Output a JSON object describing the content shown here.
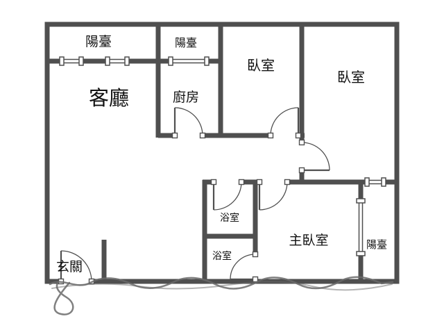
{
  "floorplan": {
    "colors": {
      "wall": "#4f4f4f",
      "background": "#ffffff",
      "label": "#111111"
    },
    "rooms": {
      "living_room": {
        "label": "客廳"
      },
      "kitchen": {
        "label": "廚房"
      },
      "bedroom_top": {
        "label": "臥室"
      },
      "bedroom_right": {
        "label": "臥室"
      },
      "master_bedroom": {
        "label": "主臥室"
      },
      "bathroom_upper": {
        "label": "浴室"
      },
      "bathroom_lower": {
        "label": "浴室"
      },
      "balcony_top_left": {
        "label": "陽臺"
      },
      "balcony_top_middle": {
        "label": "陽臺"
      },
      "balcony_right": {
        "label": "陽臺"
      },
      "entryway": {
        "label": "玄關"
      }
    }
  }
}
